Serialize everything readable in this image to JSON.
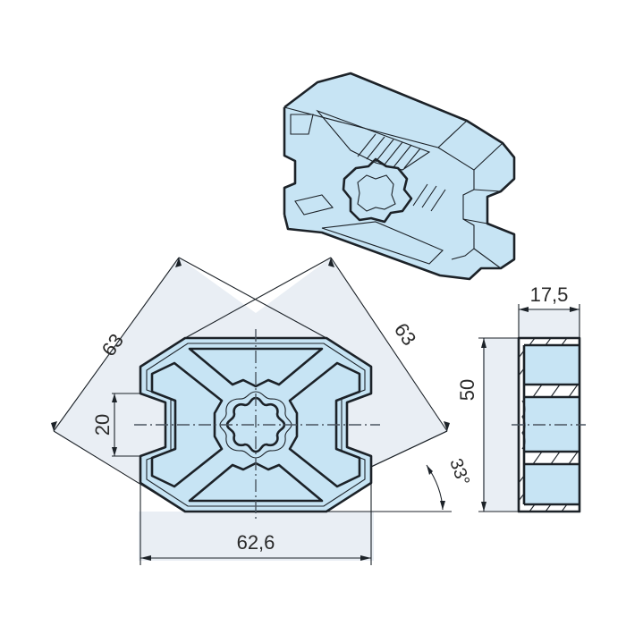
{
  "drawing": {
    "title": "Aluminium profile 62.6 x 50 (octagonal, 4 slots, star bore)",
    "colors": {
      "profile_fill": "#c7e4f4",
      "dimension_area": "#e9eef4",
      "line": "#1c2228",
      "centerline": "#4a5560"
    },
    "views": {
      "isometric": {
        "label": "isometric-view"
      },
      "front": {
        "label": "front-view"
      },
      "side": {
        "label": "side-view"
      }
    },
    "dimensions": {
      "diagonal_left": "63",
      "diagonal_right": "63",
      "slot_width": "20",
      "overall_width": "62,6",
      "chamfer_angle": "33°",
      "height": "50",
      "length": "17,5"
    }
  }
}
